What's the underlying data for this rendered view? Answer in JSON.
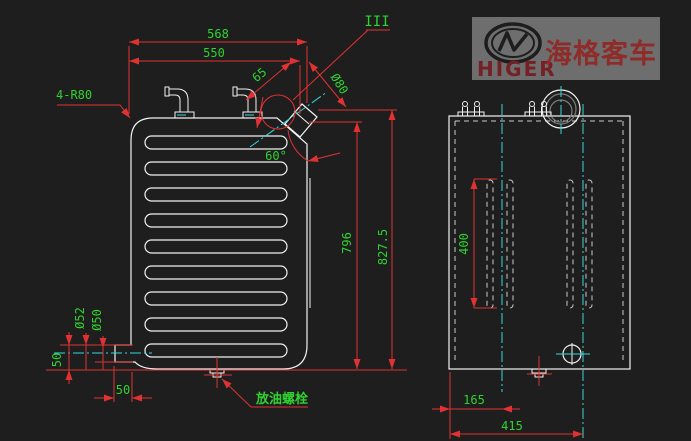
{
  "colors": {
    "background": "#1e1e1e",
    "geometry": "#f2f2f2",
    "dimension_lines": "#e03232",
    "dimension_text": "#2fd32f",
    "centerlines": "#35d8d8",
    "hidden_lines": "#c9c9c9",
    "logo_panel": "#6e6e6e",
    "logo_red": "#8f2b28"
  },
  "logo": {
    "brand": "HIGER",
    "brand_cn": "海格客车"
  },
  "front_view": {
    "dim_width_outer": "568",
    "dim_width": "550",
    "dim_corners": "4-R80",
    "dim_neck_offset": "65",
    "dim_neck_dia": "Ø80",
    "dim_neck_angle": "60°",
    "dim_height_body": "796",
    "dim_height_total": "827.5",
    "dim_outlet_dia_outer": "Ø52",
    "dim_outlet_dia_inner": "Ø50",
    "dim_outlet_height": "50",
    "dim_outlet_offset": "50",
    "note_drain": "放油螺栓",
    "mark_section": "III"
  },
  "side_view": {
    "dim_baffle_height": "400",
    "dim_drain_offset": "165",
    "dim_width": "415"
  }
}
